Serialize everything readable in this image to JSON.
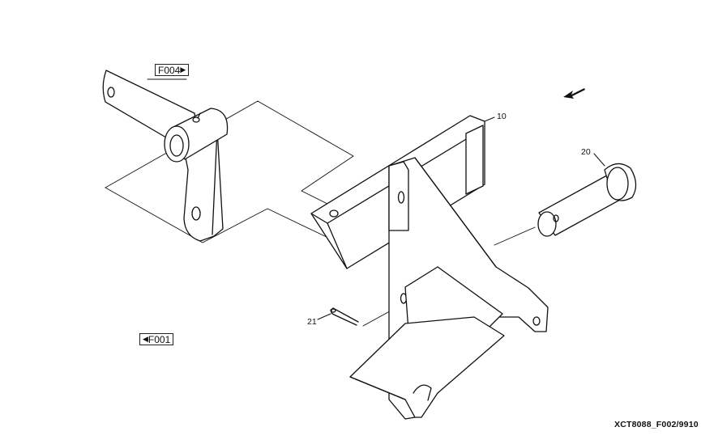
{
  "references": {
    "f004": {
      "label": "F004",
      "arrow_icon": "triangle-right"
    },
    "f001": {
      "label": "F001",
      "arrow_icon": "triangle-left"
    }
  },
  "callouts": [
    {
      "id": "10",
      "text": "10"
    },
    {
      "id": "20",
      "text": "20"
    },
    {
      "id": "21",
      "text": "21"
    }
  ],
  "drawing_code": "XCT8088_F002/9910",
  "direction_icon": "arrow-down-left"
}
